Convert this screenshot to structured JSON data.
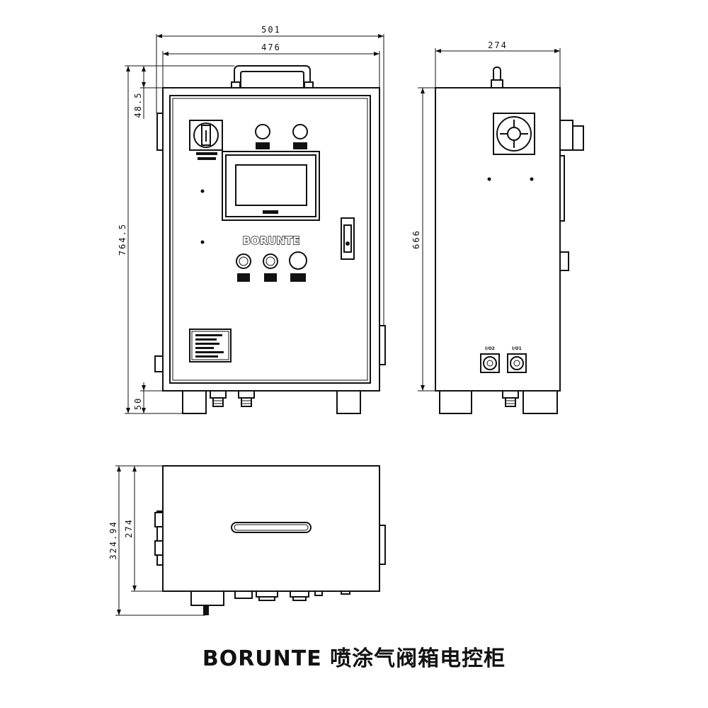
{
  "caption": "BORUNTE 喷涂气阀箱电控柜",
  "brand_logo": "BORUNTE",
  "dimensions": {
    "front_overall_width": "501",
    "front_body_width": "476",
    "front_handle_height": "48.5",
    "front_total_height": "764.5",
    "front_foot_height": "50",
    "side_depth": "274",
    "side_height": "666",
    "top_depth_inner": "274",
    "top_depth_overall": "324.94"
  },
  "side_labels": {
    "port_left": "I/O2",
    "port_right": "I/O1"
  },
  "colors": {
    "line": "#111111",
    "background": "#ffffff"
  }
}
